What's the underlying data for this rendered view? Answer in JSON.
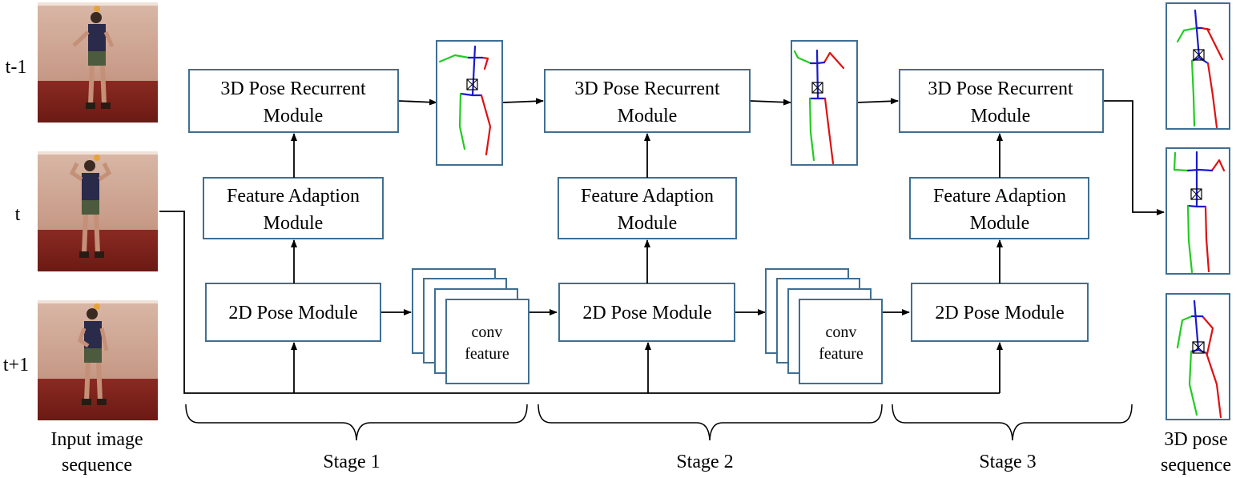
{
  "input": {
    "frame_labels": [
      "t-1",
      "t",
      "t+1"
    ],
    "caption_line1": "Input image",
    "caption_line2": "sequence"
  },
  "modules": {
    "recurrent_line1": "3D Pose Recurrent",
    "recurrent_line2": "Module",
    "adaption_line1": "Feature Adaption",
    "adaption_line2": "Module",
    "pose2d": "2D Pose Module",
    "conv_line1": "conv",
    "conv_line2": "feature"
  },
  "stages": [
    "Stage 1",
    "Stage 2",
    "Stage 3"
  ],
  "output": {
    "caption_line1": "3D pose",
    "caption_line2": "sequence"
  },
  "colors": {
    "box_border": "#3f6f93",
    "skeleton_left": "#22cc22",
    "skeleton_spine": "#1a1acc",
    "skeleton_right": "#dd1111"
  }
}
